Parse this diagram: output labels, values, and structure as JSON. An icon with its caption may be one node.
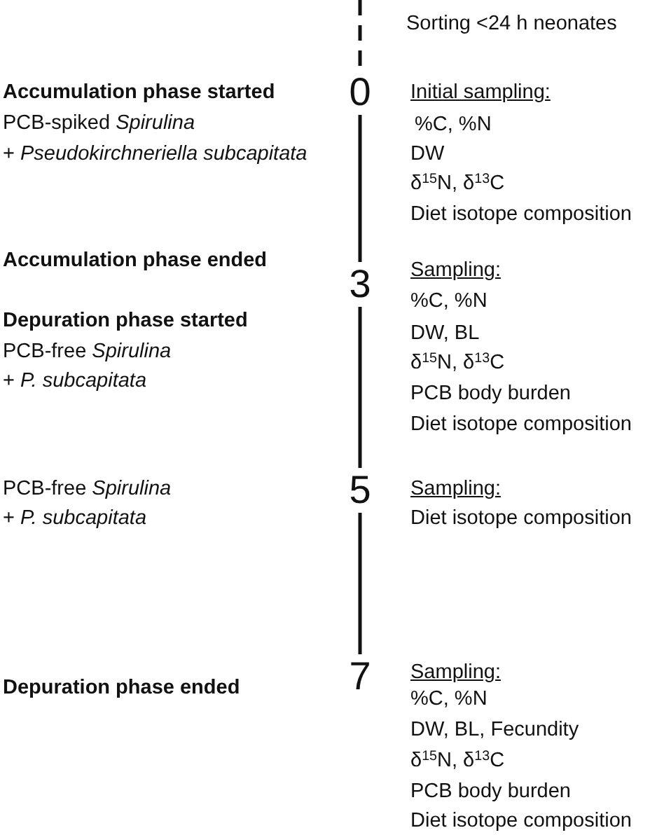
{
  "diagram": {
    "nodes": [
      {
        "text": [
          "0"
        ]
      },
      {
        "text": [
          "3"
        ]
      },
      {
        "text": [
          "5"
        ]
      },
      {
        "text": [
          "7"
        ]
      }
    ],
    "edges": [
      {
        "from": null,
        "to": 0,
        "arrow": "none",
        "style": "dashed"
      },
      {
        "from": 0,
        "to": 1,
        "arrow": "none"
      },
      {
        "from": 1,
        "to": 2,
        "arrow": "none"
      },
      {
        "from": 2,
        "to": 3,
        "arrow": "none"
      }
    ],
    "labels": [
      "Sorting <24 h neonates",
      "Accumulation phase started",
      "PCB-spiked *Spirulina*",
      "+ *Pseudokirchneriella subcapitata*",
      "Initial sampling:",
      "%C, %N",
      "DW",
      "δ$^{15}$N, δ$^{13}$C",
      "Diet isotope composition",
      "Accumulation phase ended",
      "Depuration phase started",
      "PCB-free *Spirulina*",
      "+ *P. subcapitata*",
      "Sampling:",
      "%C, %N",
      "DW, BL",
      "δ$^{15}$N, δ$^{13}$C",
      "PCB body burden",
      "Diet isotope composition",
      "PCB-free *Spirulina*",
      "+ *P. subcapitata*",
      "Sampling:",
      "Diet isotope composition",
      "Depuration phase ended",
      "Sampling:",
      "%C, %N",
      "DW, BL, Fecundity",
      "δ$^{15}$N, δ$^{13}$C",
      "PCB body burden",
      "Diet isotope composition"
    ]
  }
}
